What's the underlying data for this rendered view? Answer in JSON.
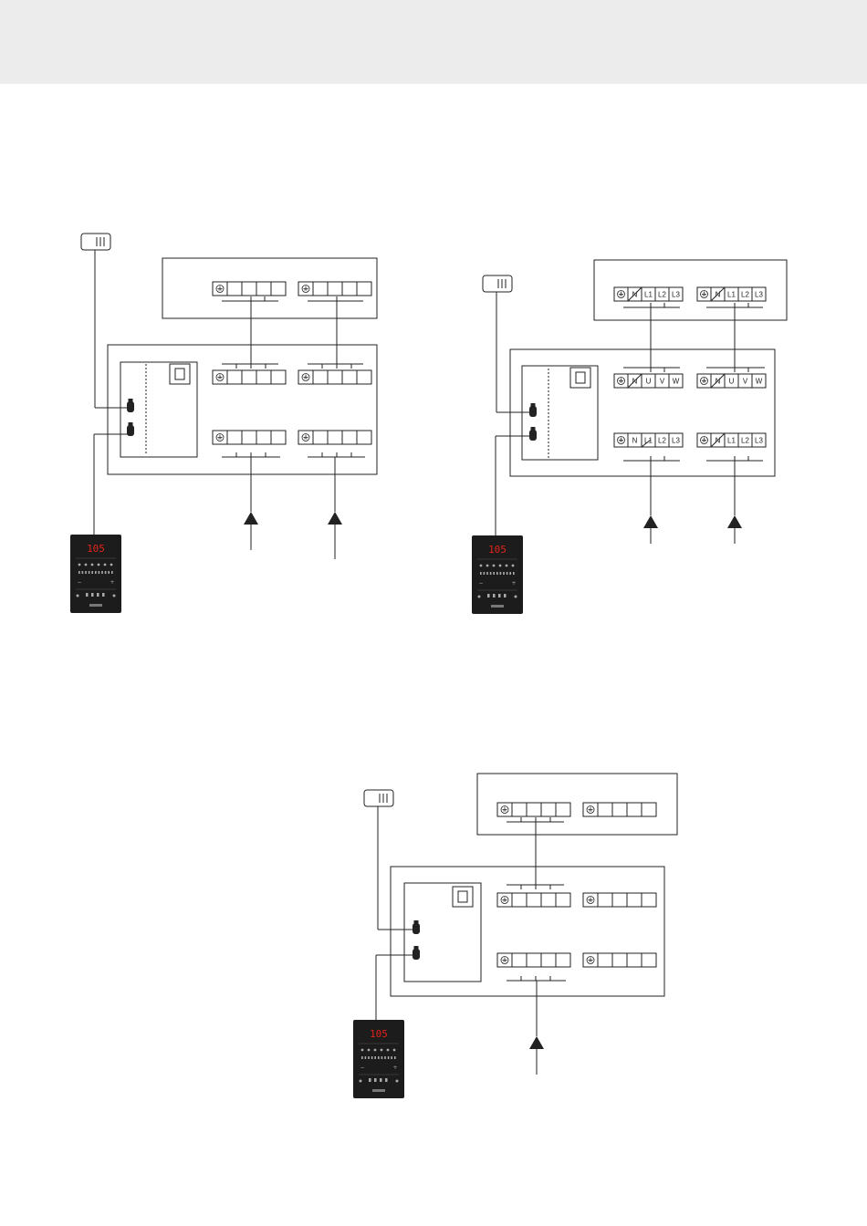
{
  "header": {
    "fill": "#ececec"
  },
  "colors": {
    "line": "#222222",
    "panel": "#1c1c1c",
    "display": "#e2231a"
  },
  "control_panel": {
    "display": "105"
  },
  "diagrams": {
    "top_left": {
      "heater_terminals": [
        "",
        "",
        "",
        ""
      ],
      "unit_terminals": [
        "",
        "",
        "",
        ""
      ]
    },
    "top_right": {
      "heater_terminals": [
        "N",
        "L1",
        "L2",
        "L3"
      ],
      "unit_out_terminals": [
        "N",
        "U",
        "V",
        "W"
      ],
      "unit_in_terminals": [
        "N",
        "L1",
        "L2",
        "L3"
      ]
    },
    "bottom": {
      "heater_terminals": [
        "",
        "",
        "",
        ""
      ],
      "unit_terminals": [
        "",
        "",
        "",
        ""
      ]
    }
  }
}
